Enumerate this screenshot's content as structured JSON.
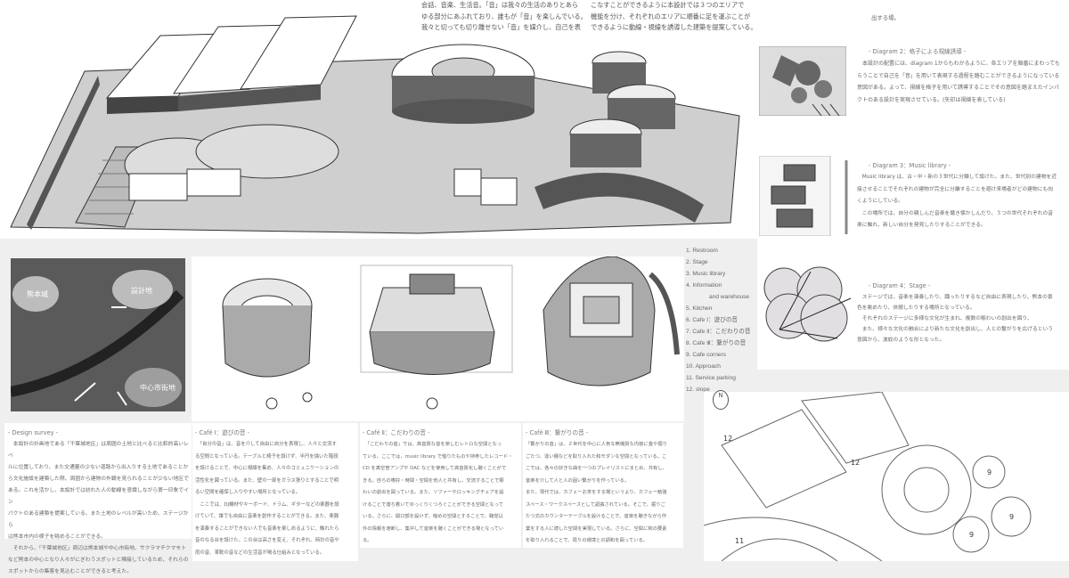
{
  "intro": {
    "col1": "会話、音楽、生活音。「音」は我々の生活のありとあら\nゆる部分にあふれており、誰もが「音」を楽しんでいる。\n我々と切っても切り離せない「音」を媒介し、自己を表",
    "col2": "こなすことができるように本設計では３つのエリアで\n機能を分け、それぞれのエリアに順番に足を運ぶことが\nできるように動線・視線を誘導した建築を提案している。"
  },
  "diagram1": {
    "tail": "出する場。"
  },
  "diagram2": {
    "title": "- Diagram 2：格子による視線誘導 -",
    "body": "　本設計の配置には、diagram 1からもわかるように、各エリアを順番にまわっても\nらうことで自己を「音」を用いて表現する過程を踏むことができるようになっている\n意図がある。よって、視線を格子を用いて誘導することでその意図を踏まえたインパ\nクトのある設計を実現させている。(矢印は視線を表している)"
  },
  "diagram3": {
    "title": "- Diagram 3：Music library -",
    "body": "　Music library は、古・中・新の３世代に分類して設けた。また、世代別の建物を近\n接させることでそれぞれの建物が完全に分離することを避け来場者がどの建物にも向\nくようにしている。\n　この場所では、自分の親しんだ音楽を聴き懐かしんだり、３つの世代それぞれの音\n楽に触れ、新しい自分を発見したりすることができる。"
  },
  "diagram4": {
    "title": "- Diagram 4：Stage -",
    "body": "　ステージでは、音楽を演奏したり、踊ったりするなど自由に表現したり、熊本の景\n色を眺めたり、休憩したりする場所となっている。\n　それぞれのステージに多様な文化が生まれ、複数の賑わいの創出を図り、\n　また、様々な文化の融合により新たな文化を創出し、人との繋がりを広げるという\n意図から、波紋のような形となった。"
  },
  "aerial": {
    "labels": [
      "熊本城",
      "設計地",
      "中心市街地"
    ]
  },
  "legend": [
    "1.  Restroom",
    "2.  Stage",
    "3.  Music library",
    "4.  Information",
    "and warehouse",
    "5.  Kitchen",
    "6.  Cafe Ⅰ：遊びの音",
    "7.  Cafe Ⅱ：こだわりの音",
    "8.  Cafe Ⅲ：繋がりの音",
    "9.  Cafe corners",
    "10.  Approach",
    "11.  Service parking",
    "12.  slope"
  ],
  "survey": {
    "title": "- Design survey -",
    "body": "　本設計の計画地である「千葉城地区」は周囲の土地と比べると比較的高いレベ\nルに位置しており、また交通量の少ない道路から出入りする土地であることか\nら文化施設を建築した際、周囲から建物の外観を見られることが少ない地区で\nある。これを活かし、本設計では訪れた人の動線を意識しながら第一印象でイン\nパクトのある建築を提案している。また土地のレベルが高いため、ステージから\nは熊本市内の様子を眺めることができる。\n　それから、「千葉城地区」周辺は熊本城や中心市街地、サクラマチクマモト\nなど熊本の中心となり人々がにぎわうスポットと隣接しているため、それらの\nスポットからの集客を見込むことができると考えた。"
  },
  "cafe1": {
    "title": "- Café Ⅰ：遊びの音 -",
    "body": "　「自分の音」は、音を介して自由に自分を表現し、人々と交流す\nる空間となっている。テーブルと椅子を設けず、半円を描いた階段\nを設けることで、中心に視線を集め、人々のコミュニケーションの\n活性化を図っている。また、壁の一部をガラス張りとすることで明\nるい空間を確保し入りやすい場所となっている。\n　ここでは、DJ機材やキーボード、ドラム、ギターなどの楽器を設\nけていて、誰でも自由に音楽を創作することができる。また、楽器\nを演奏することができない人でも音楽を楽しめるように、触れたら\n音のなる台を設けた。この台は高さを変え、それぞれ、時計の音や\n雨の音、革靴の音などの生活音が鳴る仕組みとなっている。"
  },
  "cafe2": {
    "title": "- Café Ⅱ：こだわりの音 -",
    "body": "　「こだわりの音」では、高音質な音を楽しむレトロな空間となっ\nている。ここでは、music library で借りたものや持参したレコード・\nCD を真空管アンプや DAC などを使用して高音質化し聴くことがで\nきる。自らの嗜好・時間・空間を他人と共有し、交流することで賑\nわいの創出を図っている。また、ソファーやロッキングチェアを設\nけることで落ち着いてゆっくりくつろぐことができる空間となって\nいる。さらに、開口部を設けず、暗めの空間とすることで、聴覚以\n外の情報を遮断し、集中して音楽を聴くことができる場となってい\nる。"
  },
  "cafe3": {
    "title": "- Café Ⅲ：繋がりの音 -",
    "body": "「繋がりの音」は、Ｚ世代を中心に人気な無機質な内装に畳や掘り\nごたつ、違い棚などを取り入れた和モダンな空間となっている。こ\nこでは、各々の好きな曲を一つのプレイリストにまとめ、共有し、\n音楽を介して人と人の固い繋がりを作っている。\nまた、現代では、カフェーお茶をする場というより、カフェー勉強\nスペース・ワークスペースとして認識されている。そこで、掘りご\nたつ式のカウンターテーブルを設けることで、音楽を聴きながら作\n業をする人に適した空間を実現している。さらに、空間に和の要素\nを取り入れることで、周りの環境との調和を図っている。"
  },
  "plan": {
    "numbers": [
      "12",
      "12",
      "11",
      "9",
      "9",
      "9"
    ],
    "north": "N"
  }
}
